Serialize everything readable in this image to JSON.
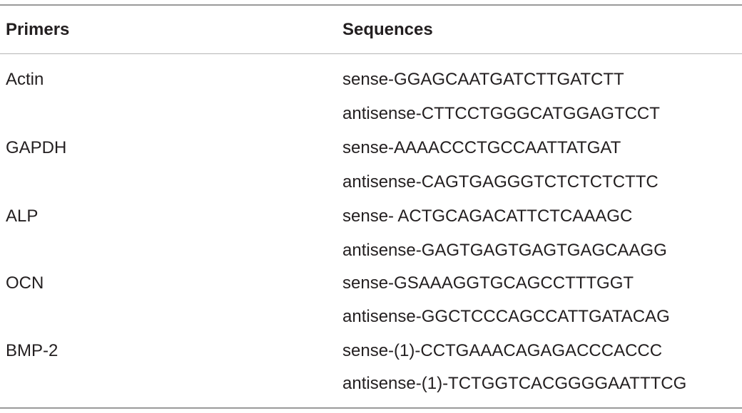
{
  "table": {
    "headers": {
      "primers": "Primers",
      "sequences": "Sequences"
    },
    "rows": [
      {
        "primer": "Actin",
        "sense": "sense-GGAGCAATGATCTTGATCTT",
        "antisense": "antisense-CTTCCTGGGCATGGAGTCCT"
      },
      {
        "primer": "GAPDH",
        "sense": "sense-AAAACCCTGCCAATTATGAT",
        "antisense": "antisense-CAGTGAGGGTCTCTCTCTTC"
      },
      {
        "primer": "ALP",
        "sense": "sense- ACTGCAGACATTCTCAAAGC",
        "antisense": "antisense-GAGTGAGTGAGTGAGCAAGG"
      },
      {
        "primer": "OCN",
        "sense": "sense-GSAAAGGTGCAGCCTTTGGT",
        "antisense": "antisense-GGCTCCCAGCCATTGATACAG"
      },
      {
        "primer": "BMP-2",
        "sense": "sense-(1)-CCTGAAACAGAGACCCACCC",
        "antisense": "antisense-(1)-TCTGGTCACGGGGAATTTCG"
      }
    ]
  }
}
